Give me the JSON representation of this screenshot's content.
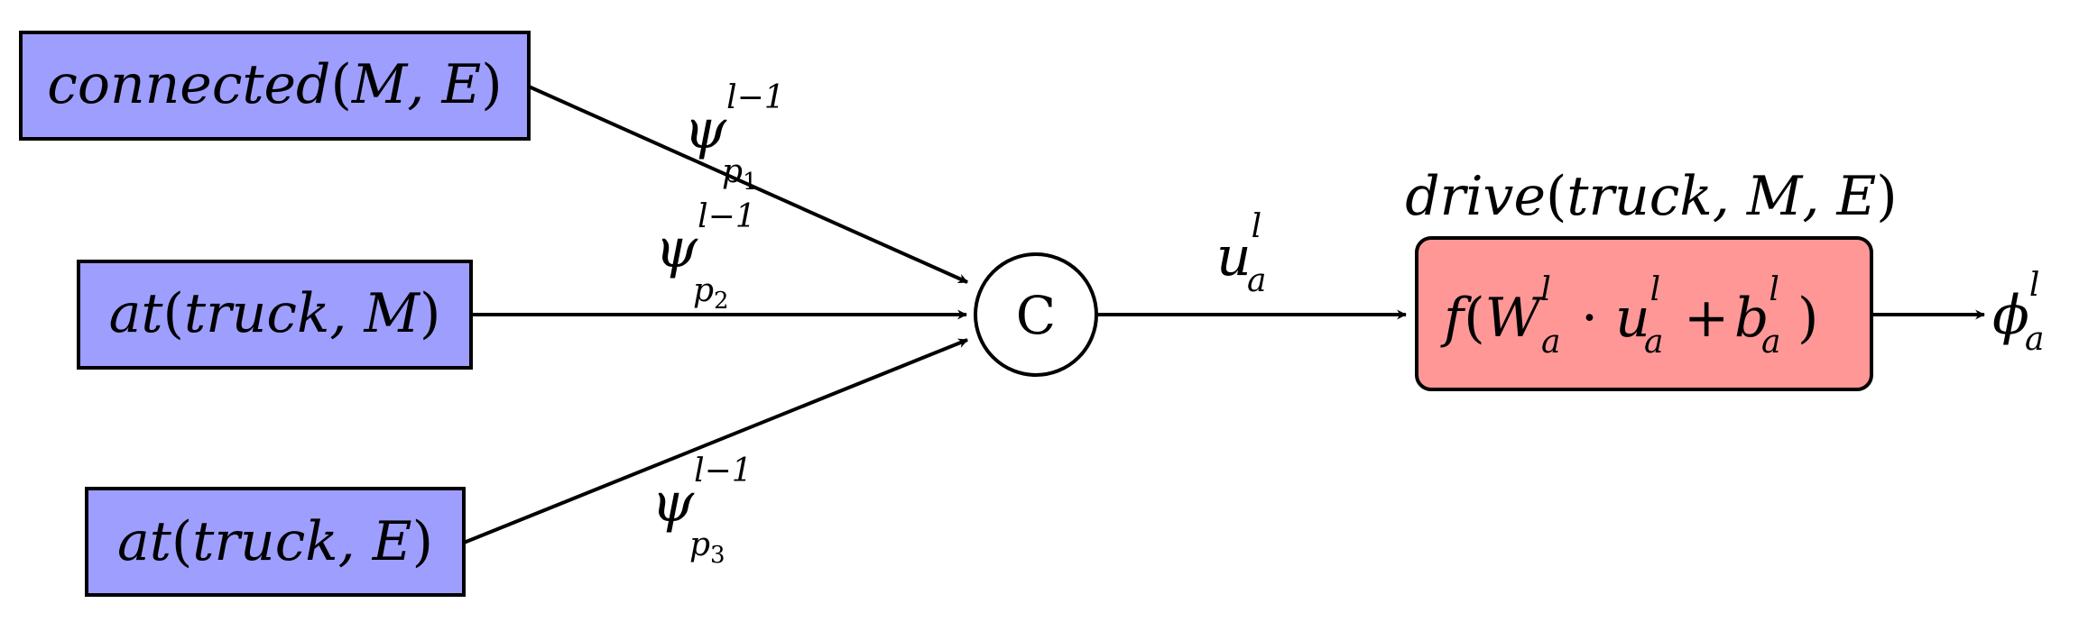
{
  "diagram": {
    "inputs": [
      {
        "id": "connected",
        "pred": "connected",
        "args": "M, E",
        "edge": {
          "sym": "ψ",
          "sub": "p",
          "sub_index": "1",
          "sup": "l−1"
        }
      },
      {
        "id": "at-truck-m",
        "pred": "at",
        "args": "truck, M",
        "edge": {
          "sym": "ψ",
          "sub": "p",
          "sub_index": "2",
          "sup": "l−1"
        }
      },
      {
        "id": "at-truck-e",
        "pred": "at",
        "args": "truck, E",
        "edge": {
          "sym": "ψ",
          "sub": "p",
          "sub_index": "3",
          "sup": "l−1"
        }
      }
    ],
    "concat_node": {
      "label": "C"
    },
    "concat_edge": {
      "sym": "u",
      "sub": "a",
      "sup": "l"
    },
    "action": {
      "pred": "drive",
      "args": "truck, M, E",
      "func": "f",
      "weight": "W",
      "weight_sub": "a",
      "weight_sup": "l",
      "dot": "·",
      "input": "u",
      "input_sub": "a",
      "input_sup": "l",
      "plus": "+",
      "bias": "b",
      "bias_sub": "a",
      "bias_sup": "l"
    },
    "output": {
      "sym": "ϕ",
      "sub": "a",
      "sup": "l"
    },
    "colors": {
      "input_fill": "#9e9eff",
      "action_fill": "#ff9797",
      "stroke": "#000000"
    }
  }
}
